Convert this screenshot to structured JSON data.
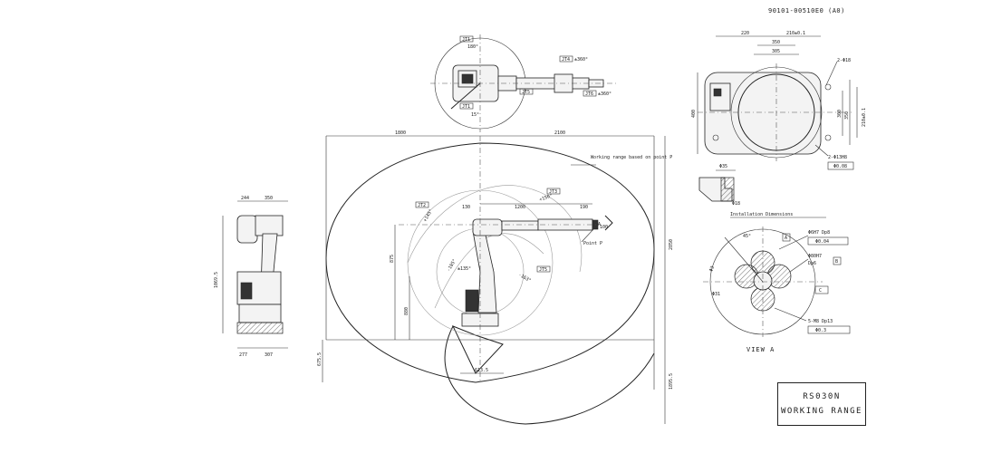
{
  "document": {
    "drawing_number": "90101-00510E0 (A0)",
    "model": "RS030N",
    "title": "WORKING RANGE"
  },
  "top_view": {
    "j1_label": "JT1",
    "j1_angle": "180°",
    "j1_sub": "15°",
    "j4_label": "JT4",
    "j4_angle": "±360°",
    "j5_label": "JT5",
    "j6_label": "JT6",
    "j6_angle": "±360°",
    "jt1_small": "JT1"
  },
  "side_view": {
    "dim_top_left": "244",
    "dim_top_right": "350",
    "dim_height": "1069.5",
    "dim_bottom_left": "277",
    "dim_bottom_right": "307"
  },
  "working_range": {
    "dim_left": "1800",
    "dim_right": "2100",
    "dim_130": "130",
    "dim_1200": "1200",
    "dim_190": "190",
    "dim_100": "100",
    "dim_height_right": "2850",
    "dim_880": "880",
    "dim_875": "875",
    "dim_bottom_left": "675.5",
    "dim_bottom_right": "1895.5",
    "dim_base": "613.5",
    "note": "Working range based on point P",
    "point_label": "Point P",
    "jt2_label": "JT2",
    "jt2_angle": "+145°",
    "jt2_neg": "-105°",
    "jt3_label": "JT3",
    "jt3_angle": "+150°",
    "jt3_neg": "-163°",
    "jt5_label": "JT5",
    "jt5_angle": "±135°",
    "a_marker": "A"
  },
  "base_view": {
    "dim_220": "220",
    "dim_210": "210±0.1",
    "dim_350": "350",
    "dim_305": "305",
    "dim_400": "400",
    "dim_300": "300",
    "dim_350v": "350",
    "dim_210v": "210±0.1",
    "holes_top": "2-Φ18",
    "holes_bottom": "2-Φ13H8",
    "tol": "Φ0.08",
    "hole_dia": "Φ35",
    "hole_depth": "Φ18",
    "installation_title": "Installation Dimensions"
  },
  "view_a": {
    "title": "VIEW A",
    "angle": "45°",
    "pcd": "Φ31",
    "c1": "Φ6H7 Dp8",
    "c1_tol": "Φ0.04",
    "c2": "Φ80H7",
    "c2_sub": "Dp6",
    "c3": "5-M8 Dp13",
    "c3_tol": "Φ0.3",
    "r": "Φ3",
    "datum_a": "A",
    "datum_b": "B",
    "datum_c": "C"
  },
  "colors": {
    "line": "#222222",
    "background": "#ffffff",
    "shade": "#e4e4e4"
  }
}
